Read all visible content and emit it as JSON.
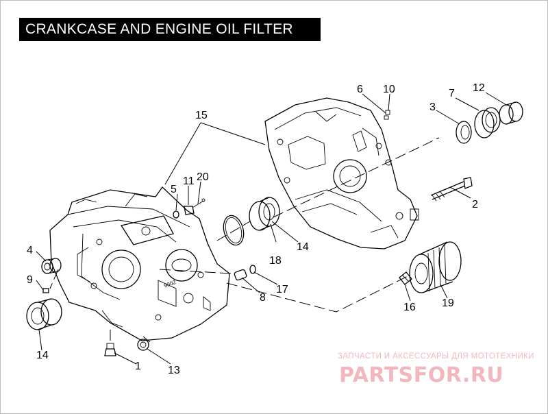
{
  "title": "CRANKCASE AND ENGINE OIL FILTER",
  "callouts": {
    "c1": "1",
    "c2": "2",
    "c3": "3",
    "c4": "4",
    "c5": "5",
    "c6": "6",
    "c7": "7",
    "c8": "8",
    "c9": "9",
    "c10": "10",
    "c11": "11",
    "c12": "12",
    "c13": "13",
    "c14a": "14",
    "c14b": "14",
    "c15": "15",
    "c16": "16",
    "c17": "17",
    "c18": "18",
    "c19": "19",
    "c20": "20"
  },
  "casting_mark": "9002",
  "watermark": {
    "tagline": "ЗАПЧАСТИ И АКСЕССУАРЫ ДЛЯ МОТОТЕХНИКИ",
    "brand": "PARTSFOR.RU",
    "color": "#f2b6bd"
  }
}
